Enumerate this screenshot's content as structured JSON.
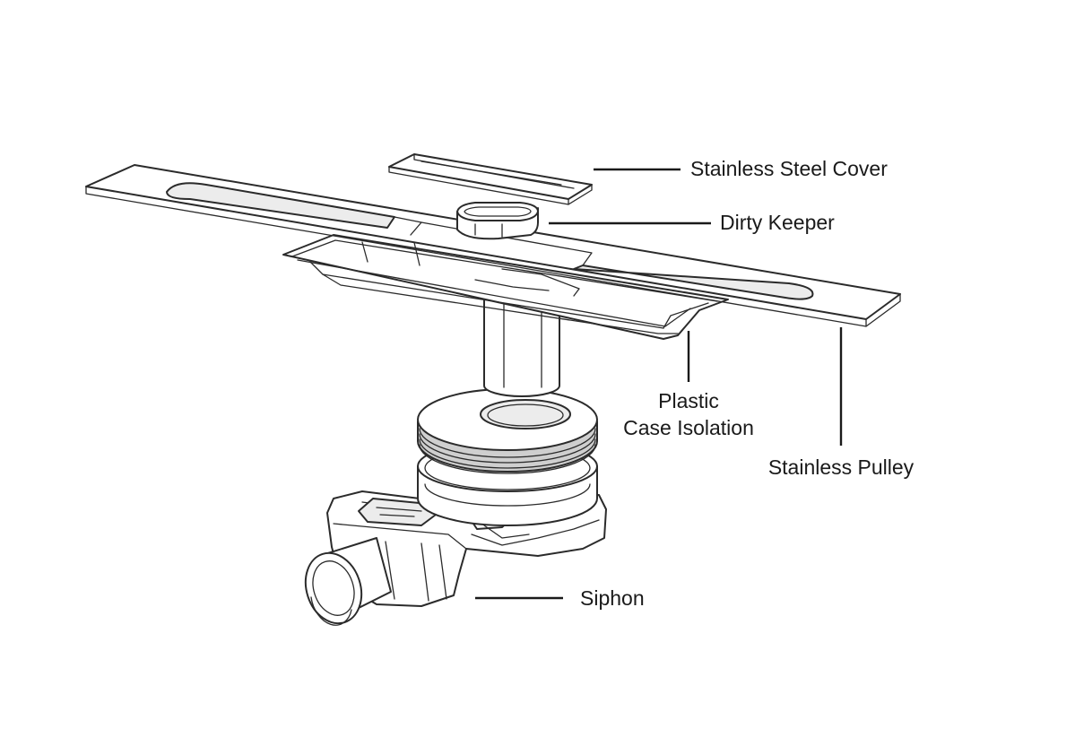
{
  "labels": {
    "stainless_steel_cover": "Stainless Steel Cover",
    "dirty_keeper": "Dirty Keeper",
    "plastic_case_isolation_line1": "Plastic",
    "plastic_case_isolation_line2": "Case Isolation",
    "stainless_pulley": "Stainless Pulley",
    "siphon": "Siphon"
  }
}
